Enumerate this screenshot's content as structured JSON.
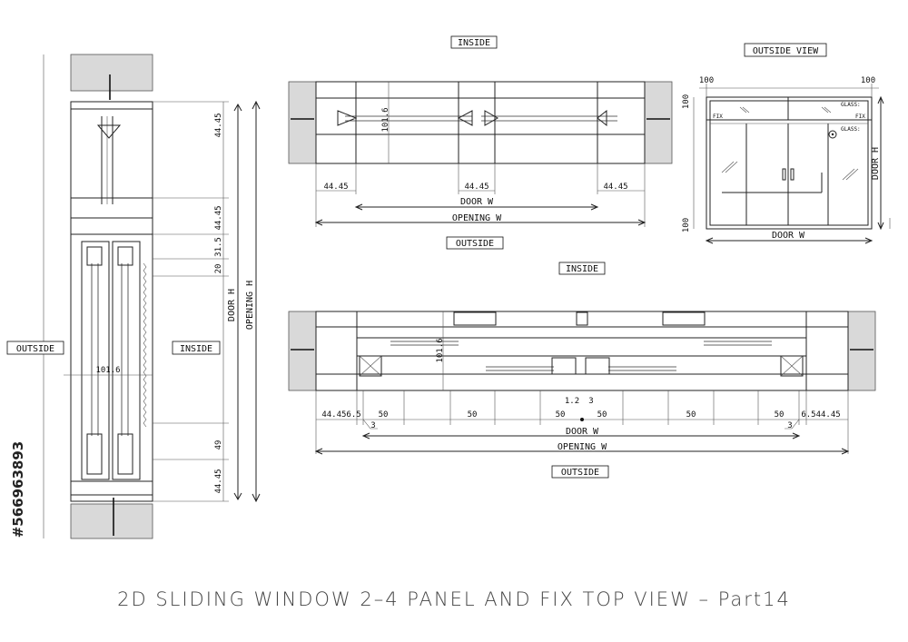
{
  "caption": "2D SLIDING WINDOW 2–4 PANEL AND FIX TOP VIEW – Part14",
  "stock_id": "#566963893",
  "labels": {
    "inside": "INSIDE",
    "outside": "OUTSIDE",
    "outside_view": "OUTSIDE VIEW",
    "fix": "FIX",
    "glass": "GLASS:",
    "door_w": "DOOR  W",
    "opening_w": "OPENING  W",
    "door_h": "DOOR  H",
    "opening_h": "OPENING  H"
  },
  "dims": {
    "d44_45": "44.45",
    "d101_6": "101.6",
    "d31_5": "31.5",
    "d20": "20",
    "d49": "49",
    "d100": "100",
    "d50": "50",
    "d1_2": "1.2",
    "d3": "3",
    "d44_456_5": "44.456.5",
    "d6_544_45": "6.544.45"
  },
  "colors": {
    "line": "#222222",
    "wall_fill": "#d9d9d9",
    "caption": "#444444"
  }
}
